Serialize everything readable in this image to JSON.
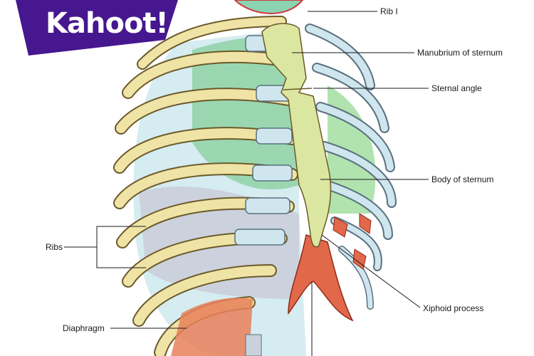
{
  "brand": {
    "logo_text": "Kahoot!",
    "color": "#46178f"
  },
  "labels": {
    "rib_1": "Rib I",
    "manubrium": "Manubrium of sternum",
    "sternal_angle": "Sternal angle",
    "body_sternum": "Body of sternum",
    "ribs": "Ribs",
    "xiphoid": "Xiphoid process",
    "diaphragm": "Diaphragm"
  },
  "colors": {
    "rib": "#efe3a6",
    "rib_outline": "#6b5a2a",
    "cartilage": "#c9e3ea",
    "lung": "#8fd3a6",
    "diaphragm": "#e2684a",
    "sternum": "#dbe6a0"
  }
}
